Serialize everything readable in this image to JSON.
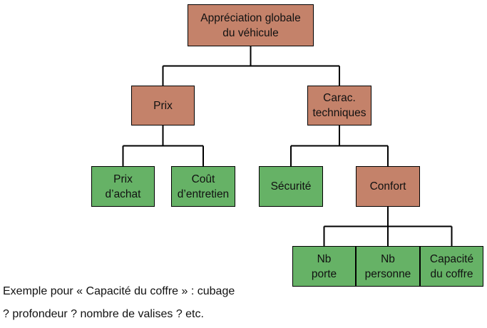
{
  "diagram": {
    "colors": {
      "criterion": "#c4826a",
      "leaf": "#66b266",
      "edge": "#000000"
    },
    "nodes": {
      "root": "Appréciation globale\ndu véhicule",
      "prix": "Prix",
      "carac": "Carac.\ntechniques",
      "prix_achat": "Prix\nd’achat",
      "cout_entretien": "Coût\nd’entretien",
      "securite": "Sécurité",
      "confort": "Confort",
      "nb_porte": "Nb\nporte",
      "nb_personne": "Nb\npersonne",
      "capacite_coffre": "Capacité\ndu coffre"
    },
    "edges": [
      [
        "root",
        "prix"
      ],
      [
        "root",
        "carac"
      ],
      [
        "prix",
        "prix_achat"
      ],
      [
        "prix",
        "cout_entretien"
      ],
      [
        "carac",
        "securite"
      ],
      [
        "carac",
        "confort"
      ],
      [
        "confort",
        "nb_porte"
      ],
      [
        "confort",
        "nb_personne"
      ],
      [
        "confort",
        "capacite_coffre"
      ]
    ]
  },
  "caption": {
    "line1": "Exemple pour « Capacité du coffre » : cubage",
    "line2": "? profondeur ? nombre de valises ? etc."
  }
}
